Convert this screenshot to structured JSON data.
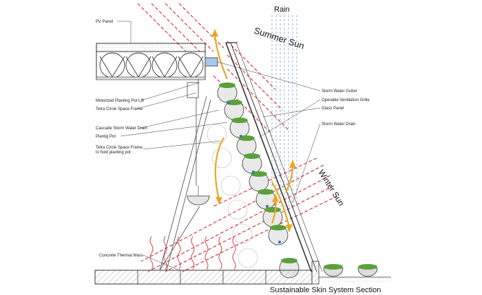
{
  "labels": {
    "rain": "Rain",
    "summer_sun": "Summer Sun",
    "winter_sun": "Winter Sun",
    "pv_panel": "PV Panel",
    "motorized_lift": "Motorized Planting Pot Lift",
    "tetra_frame": "Tetra Circle Space Frame",
    "cascade_drain": "Cascade Storm Water Drain",
    "planting_pot": "Plantig Pot",
    "tetra_frame_pot_1": "Tetra Circle Space Frame",
    "tetra_frame_pot_2": "to hold planting pot",
    "concrete_mass": "Concrete Thermal Mass",
    "storm_gutter": "Storm Water Gutter",
    "ventilation_grille": "Operable Ventilation Grille",
    "glass_panel": "Glass Panel",
    "storm_drain": "Storm Water Drain",
    "caption": "Sustainable Skin System Section"
  },
  "colors": {
    "sun_ray": "#e03535",
    "heat_wave": "#d0443a",
    "rain": "#8fb6dc",
    "airflow_arrow": "#e8a820",
    "structure": "#333333",
    "plant": "#5ba03a",
    "water": "#3a70c0"
  }
}
